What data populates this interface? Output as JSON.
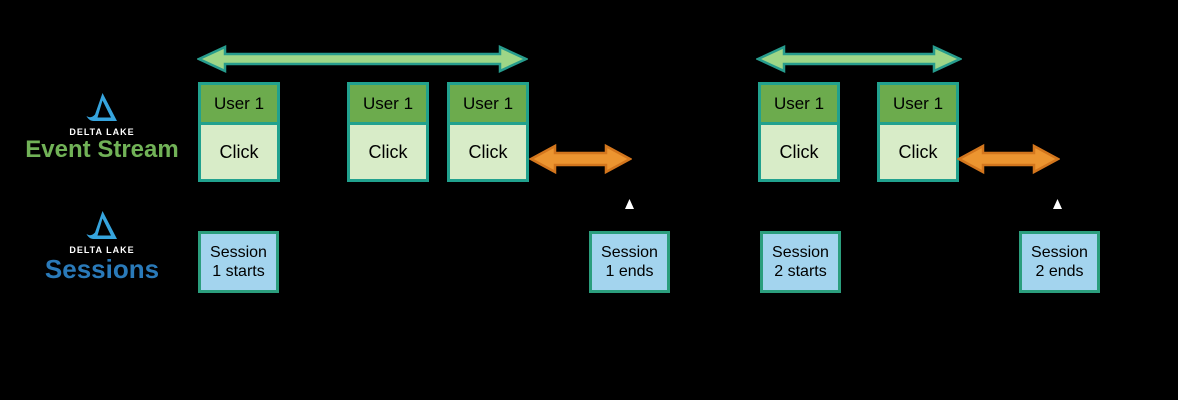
{
  "canvas": {
    "background": "#000000"
  },
  "event_stream": {
    "brand": "DELTA LAKE",
    "title": "Event Stream",
    "boxes": [
      {
        "user": "User 1",
        "event": "Click"
      },
      {
        "user": "User 1",
        "event": "Click"
      },
      {
        "user": "User 1",
        "event": "Click"
      },
      {
        "user": "User 1",
        "event": "Click"
      },
      {
        "user": "User 1",
        "event": "Click"
      }
    ]
  },
  "sessions": {
    "brand": "DELTA LAKE",
    "title": "Sessions",
    "boxes": [
      {
        "line1": "Session",
        "line2": "1 starts"
      },
      {
        "line1": "Session",
        "line2": "1 ends"
      },
      {
        "line1": "Session",
        "line2": "2 starts"
      },
      {
        "line1": "Session",
        "line2": "2 ends"
      }
    ]
  },
  "colors": {
    "canvas_bg": "#000000",
    "box_border": "#21a18e",
    "user_header": "#6cab4d",
    "user_body": "#d8ecc8",
    "session_fill": "#a3d4ee",
    "session_border": "#2b9e7d",
    "green_arrow_fill": "#9ed687",
    "green_arrow_stroke": "#279c8d",
    "orange_arrow_fill": "#ec9530",
    "orange_arrow_stroke": "#d3761d",
    "event_stream_title": "#71b257",
    "sessions_title": "#2a7ab9",
    "logo_blue": "#36a4dd",
    "brand_text": "#ffffff",
    "pointer_white": "#ffffff"
  }
}
